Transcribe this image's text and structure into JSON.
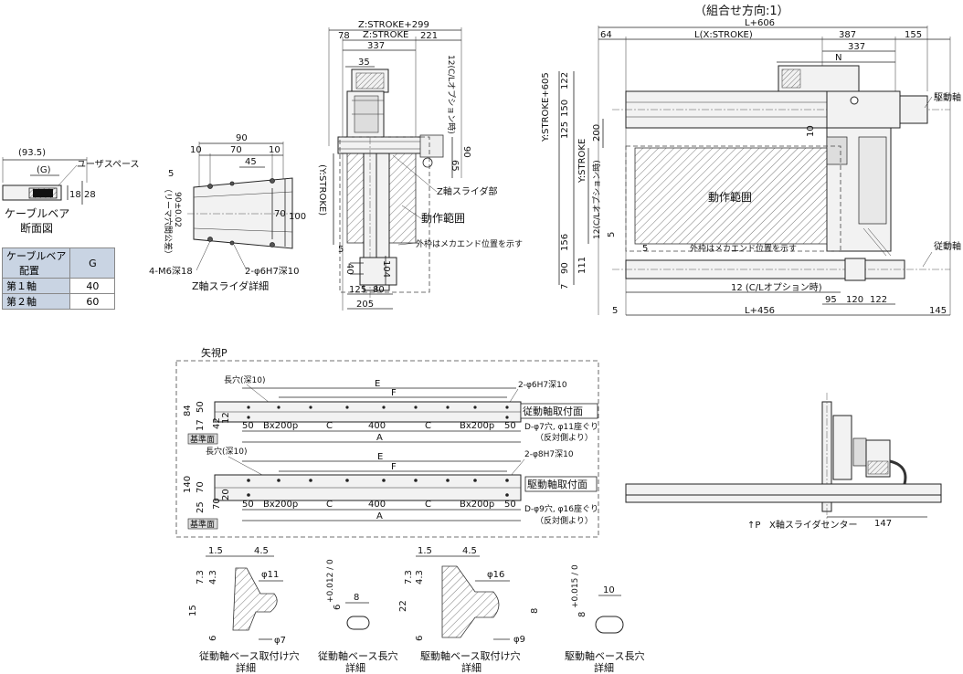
{
  "header": {
    "combination": "（組合せ方向:1）"
  },
  "cable_bear": {
    "dim_outer": "(93.5)",
    "dim_g": "(G)",
    "user_space": "ユーザスペース",
    "dim_18": "18",
    "dim_28": "28",
    "section_title_1": "ケーブルベア",
    "section_title_2": "断面図",
    "table": {
      "header_1": "ケーブルベア",
      "header_2": "配置",
      "header_g": "G",
      "rows": [
        {
          "axis": "第１軸",
          "g": "40"
        },
        {
          "axis": "第２軸",
          "g": "60"
        }
      ]
    }
  },
  "z_slider": {
    "dims": [
      "90",
      "10",
      "70",
      "10",
      "45",
      "5",
      "70",
      "100"
    ],
    "reamer_note": "（リーマ穴間公差）",
    "reamer_tol": "90±0.02",
    "tap": "4-M6深18",
    "pin": "2-φ6H7深10",
    "title": "Z軸スライダ詳細"
  },
  "z_side": {
    "stroke_total": "Z:STROKE+299",
    "stroke": "Z:STROKE",
    "d78": "78",
    "d221": "221",
    "d337": "337",
    "d35": "35",
    "cl_opt": "12(C/Lオプション時)",
    "d65": "65",
    "d90": "90",
    "y_stroke": "(Y:STROKE)",
    "z_slider_part": "Z軸スライダ部",
    "motion_range": "動作範囲",
    "outer_note": "外枠はメカエンド位置を示す",
    "d5": "5",
    "d40": "40",
    "d104": "104",
    "d125": "125",
    "d80": "80",
    "d205": "205"
  },
  "xy_top": {
    "l606": "L+606",
    "d64": "64",
    "x_stroke": "L(X:STROKE)",
    "d387": "387",
    "d155": "155",
    "d337": "337",
    "n": "N",
    "drive_axis": "駆動軸",
    "driven_axis": "従動軸",
    "y_stroke_605": "Y:STROKE+605",
    "y_stroke": "Y:STROKE",
    "cl_opt": "12(C/Lオプション時)",
    "d122": "122",
    "d150": "150",
    "d125": "125",
    "d200": "200",
    "d10": "10",
    "d5a": "5",
    "d156": "156",
    "d111": "111",
    "d90": "90",
    "d7": "7",
    "motion_range": "動作範囲",
    "outer_note": "外枠はメカエンド位置を示す",
    "cl_bottom": "12 (C/Lオプション時)",
    "d95": "95",
    "d120": "120",
    "d122b": "122",
    "d5b": "5",
    "l456": "L+456",
    "d145": "145"
  },
  "view_p": {
    "title": "矢視P",
    "long_hole_10": "長穴(深10)",
    "e": "E",
    "f": "F",
    "pin_6": "2-φ6H7深10",
    "driven_mount": "従動軸取付面",
    "d84": "84",
    "d50": "50",
    "d17": "17",
    "d42": "42",
    "d12": "12",
    "ref_face": "基準面",
    "seg_50": "50",
    "seg_b": "Bx200p",
    "seg_c": "C",
    "seg_400": "400",
    "a": "A",
    "holes_driven": "D-φ7穴, φ11座ぐり",
    "opp_side": "（反対側より）",
    "pin_8": "2-φ8H7深10",
    "drive_mount": "駆動軸取付面",
    "d140": "140",
    "d25": "25",
    "d70": "70",
    "d20": "20",
    "holes_drive": "D-φ9穴, φ16座ぐり"
  },
  "side_view": {
    "arrow_p": "↑P",
    "x_center": "X軸スライダセンター",
    "d147": "147"
  },
  "details": {
    "d1_5": "1.5",
    "d4_5": "4.5",
    "d7_3": "7.3",
    "d4_3": "4.3",
    "phi11": "φ11",
    "d15": "15",
    "d6": "6",
    "phi7": "φ7",
    "title_1a": "従動軸ベース取付け穴",
    "title_1b": "詳細",
    "tol_6": "6",
    "tol_6_val": "+0.012 / 0",
    "d8a": "8",
    "title_2a": "従動軸ベース長穴",
    "title_2b": "詳細",
    "d1_5b": "1.5",
    "d4_5b": "4.5",
    "d7_3b": "7.3",
    "d4_3b": "4.3",
    "phi16": "φ16",
    "d22": "22",
    "d8b": "8",
    "d6b": "6",
    "phi9": "φ9",
    "title_3a": "駆動軸ベース取付け穴",
    "title_3b": "詳細",
    "tol_8": "8",
    "tol_8_val": "+0.015 / 0",
    "d10": "10",
    "title_4a": "駆動軸ベース長穴",
    "title_4b": "詳細"
  }
}
